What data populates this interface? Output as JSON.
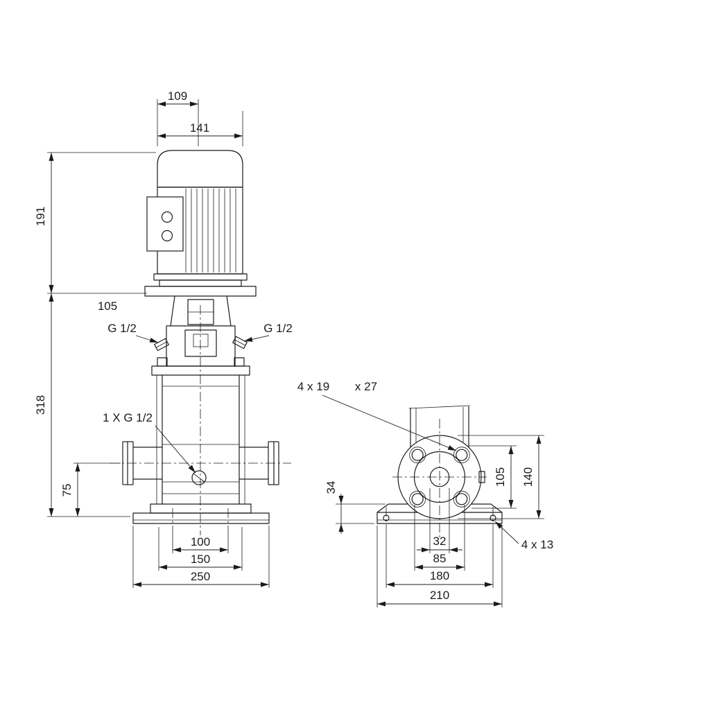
{
  "drawing": {
    "type": "technical-dimension-drawing",
    "subject": "vertical multistage centrifugal pump, front elevation and flange/base side view",
    "colors": {
      "line": "#1b1b1b",
      "background": "#ffffff"
    },
    "front_view": {
      "dim_motor_top_width": "109",
      "dim_motor_width": "141",
      "dim_motor_height": "191",
      "dim_head": "105",
      "dim_pump_height": "318",
      "dim_port_height": "75",
      "port_left_label": "G 1/2",
      "port_right_label": "G 1/2",
      "drain_label": "1 X G 1/2",
      "dim_base_holes": "100",
      "dim_base_mid": "150",
      "dim_base_width": "250"
    },
    "side_view": {
      "flange_holes_label": "4 x 19",
      "flange_counterbore_label": "x 27",
      "dim_base_height": "34",
      "dim_bolt_circle": "105",
      "dim_flange_od": "140",
      "dim_bore": "32",
      "dim_hub": "85",
      "dim_base_hole_span": "180",
      "dim_base_plate_width": "210",
      "base_holes_label": "4 x 13"
    }
  }
}
